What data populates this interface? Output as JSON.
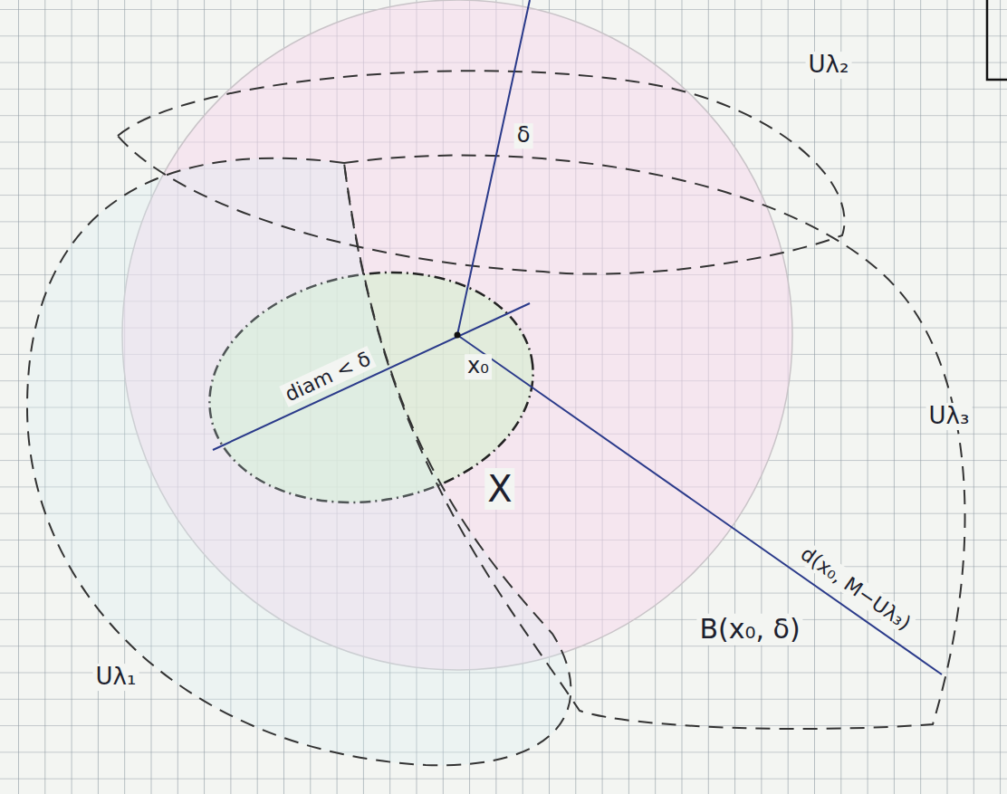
{
  "diagram": {
    "labels": [
      "Uλ₂",
      "δ",
      "diam < δ",
      "x₀",
      "X",
      "Uλ₃",
      "d(x₀, M−Uλ₃)",
      "B(x₀, δ)",
      "Uλ₁"
    ]
  }
}
